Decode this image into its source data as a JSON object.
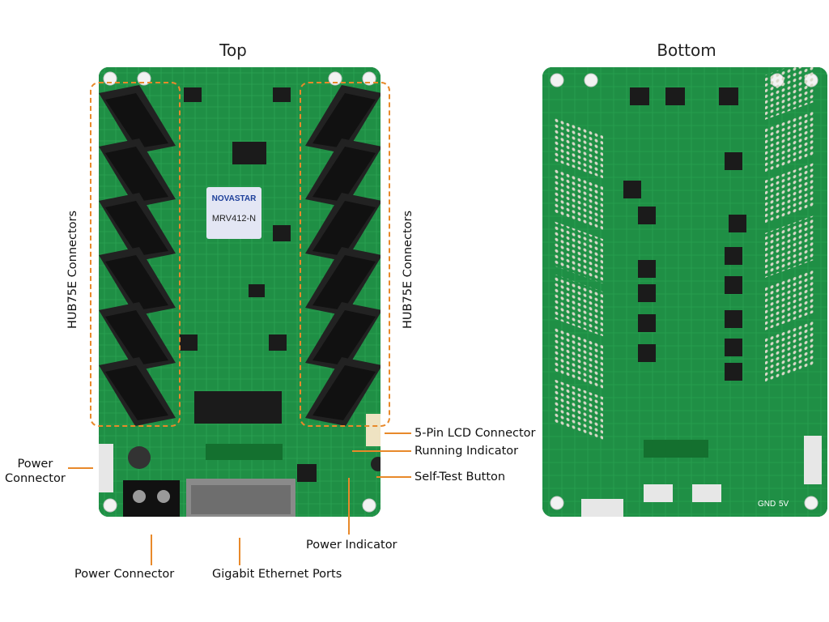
{
  "views": {
    "top_title": "Top",
    "bottom_title": "Bottom"
  },
  "board": {
    "brand": "NOVASTAR",
    "model": "MRV412-N",
    "pcb_green": "#1f8f45",
    "pcb_dark": "#136b33",
    "accent_orange": "#e8892a"
  },
  "labels": {
    "hub_left": "HUB75E Connectors",
    "hub_right": "HUB75E Connectors",
    "lcd_connector": "5-Pin LCD Connector",
    "running_indicator": "Running Indicator",
    "self_test_button": "Self-Test Button",
    "power_indicator": "Power Indicator",
    "power_connector_left": "Power\nConnector",
    "power_connector_bottom": "Power Connector",
    "ethernet_ports": "Gigabit Ethernet Ports"
  },
  "bottom_board": {
    "gnd": "GND",
    "v5": "5V"
  }
}
